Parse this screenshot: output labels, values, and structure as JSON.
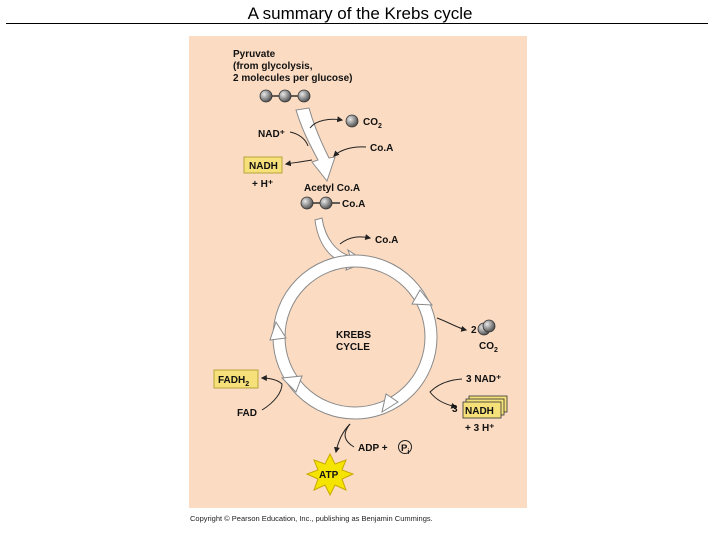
{
  "slide": {
    "title": "A summary of the Krebs cycle"
  },
  "diagram": {
    "pyruvate": {
      "line1": "Pyruvate",
      "line2": "(from glycolysis,",
      "line3": "2 molecules per glucose)"
    },
    "nad_plus": "NAD⁺",
    "co2_top": "CO",
    "co2_sub": "2",
    "coa_in": "Co.A",
    "nadh_box": "NADH",
    "h_plus_1": "+ H⁺",
    "acetyl_coa": "Acetyl Co.A",
    "acetyl_coa_group": "Co.A",
    "coa_release": "Co.A",
    "cycle_line1": "KREBS",
    "cycle_line2": "CYCLE",
    "co2_right_coef": "2",
    "co2_right": "CO",
    "co2_right_sub": "2",
    "nad3_plus": "3 NAD⁺",
    "nadh3_coef": "3",
    "nadh3_box": "NADH",
    "h3_plus": "+ 3 H⁺",
    "fadh2": "FADH",
    "fadh2_sub": "2",
    "fad": "FAD",
    "adp": "ADP +",
    "pi": "P",
    "pi_sub": "i",
    "atp": "ATP",
    "colors": {
      "panel": "#fbdcc3",
      "highlight": "#f5e07a",
      "atp_star": "#f4e400",
      "arrow_fill": "#ffffff",
      "arrow_stroke": "#8a8a8a",
      "molecule": "#777777"
    }
  },
  "footer": {
    "copyright": "Copyright © Pearson Education, Inc., publishing as Benjamin Cummings."
  }
}
